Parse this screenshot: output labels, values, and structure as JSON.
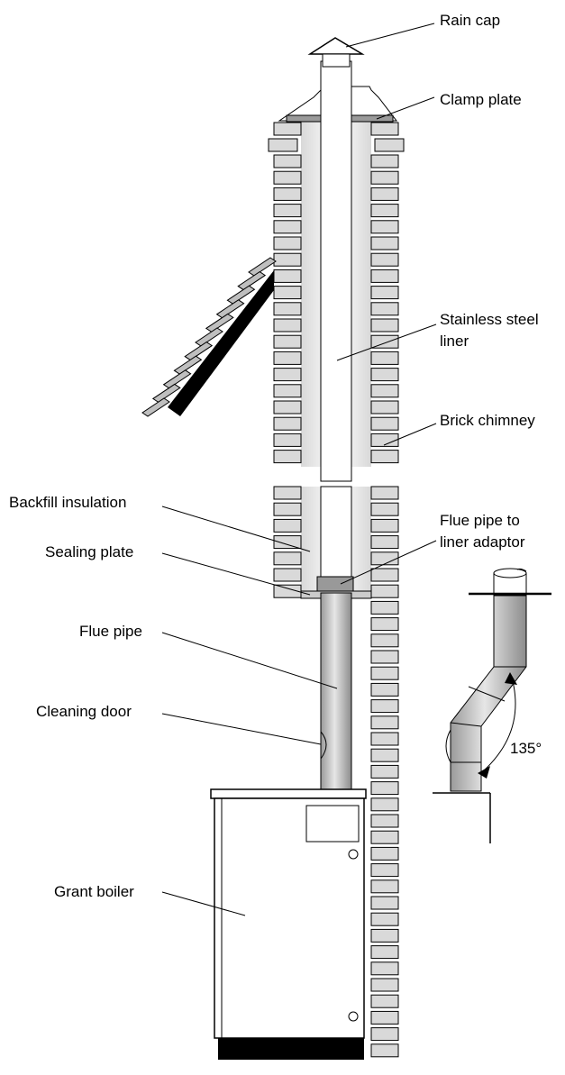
{
  "labels": {
    "rain_cap": "Rain cap",
    "clamp_plate": "Clamp plate",
    "liner_line1": "Stainless steel",
    "liner_line2": "liner",
    "brick_chimney": "Brick chimney",
    "backfill": "Backfill insulation",
    "adaptor_line1": "Flue pipe to",
    "adaptor_line2": "liner adaptor",
    "sealing_plate": "Sealing plate",
    "flue_pipe": "Flue pipe",
    "cleaning_door": "Cleaning door",
    "grant_boiler": "Grant boiler",
    "angle": "135°"
  },
  "colors": {
    "brick_fill": "#d9d9d9",
    "insulation_fill": "#eeeeee",
    "pipe_fill": "#cfcfcf",
    "adaptor_fill": "#999999",
    "roof_fill": "#000000",
    "outline": "#000000"
  }
}
